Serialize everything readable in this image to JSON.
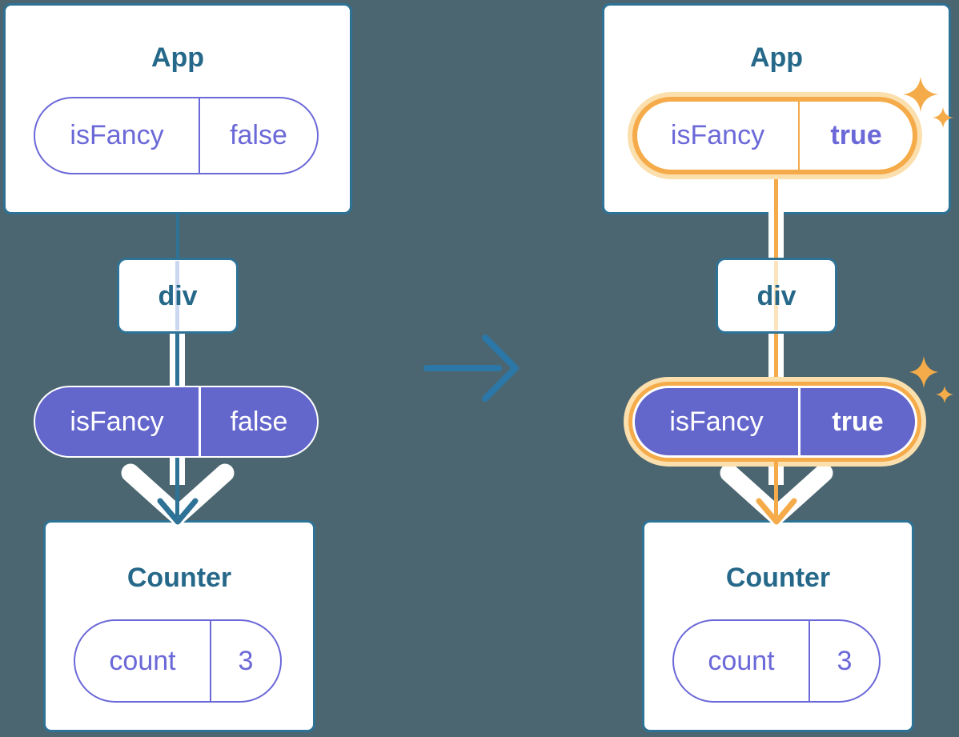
{
  "colors": {
    "background": "#4b6670",
    "box_border": "#2e7296",
    "title_text": "#266889",
    "purple": "#6b68d8",
    "purple_fill": "#6366cb",
    "orange": "#f5ab49",
    "orange_glow": "#fbdfad",
    "pale_lavender": "#cbd7f0",
    "pale_orange": "#fce4bd",
    "arrow_blue": "#2b77a8",
    "white": "#ffffff"
  },
  "before": {
    "root": {
      "title": "App",
      "prop_name": "isFancy",
      "prop_value": "false"
    },
    "container": {
      "title": "div"
    },
    "passed_prop": {
      "name": "isFancy",
      "value": "false"
    },
    "leaf": {
      "title": "Counter",
      "state_name": "count",
      "state_value": "3"
    }
  },
  "after": {
    "root": {
      "title": "App",
      "prop_name": "isFancy",
      "prop_value": "true"
    },
    "container": {
      "title": "div"
    },
    "passed_prop": {
      "name": "isFancy",
      "value": "true"
    },
    "leaf": {
      "title": "Counter",
      "state_name": "count",
      "state_value": "3"
    }
  }
}
